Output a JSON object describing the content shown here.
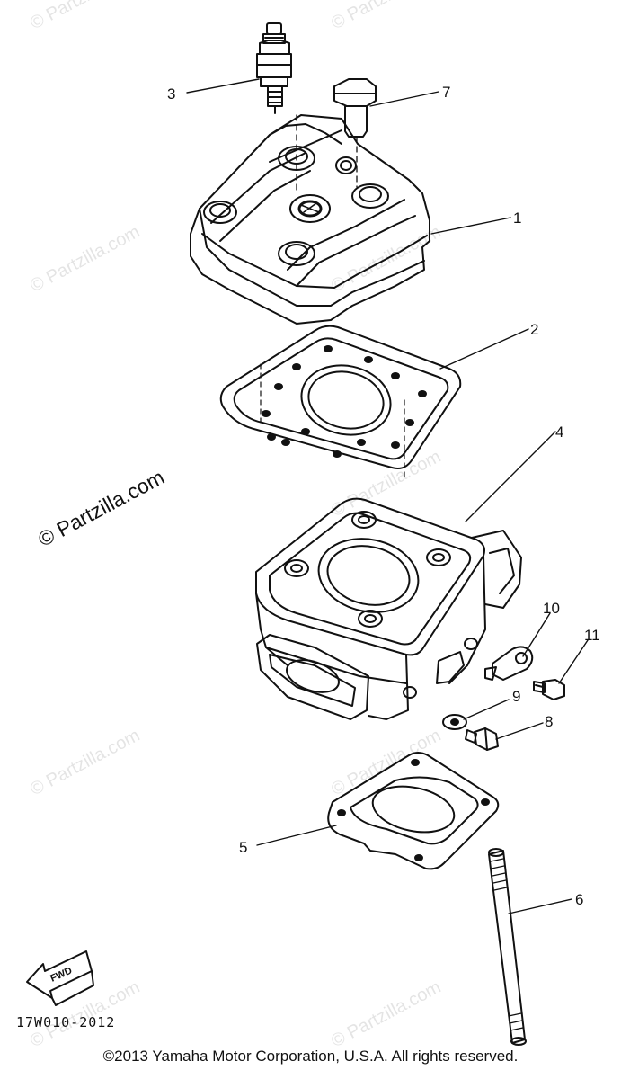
{
  "diagram": {
    "callouts": [
      "1",
      "2",
      "3",
      "4",
      "5",
      "6",
      "7",
      "8",
      "9",
      "10",
      "11"
    ],
    "fwd_label": "FWD",
    "drawing_code": "17W010-2012",
    "copyright": "©2013 Yamaha Motor Corporation, U.S.A. All rights reserved.",
    "watermark": "© Partzilla.com"
  }
}
